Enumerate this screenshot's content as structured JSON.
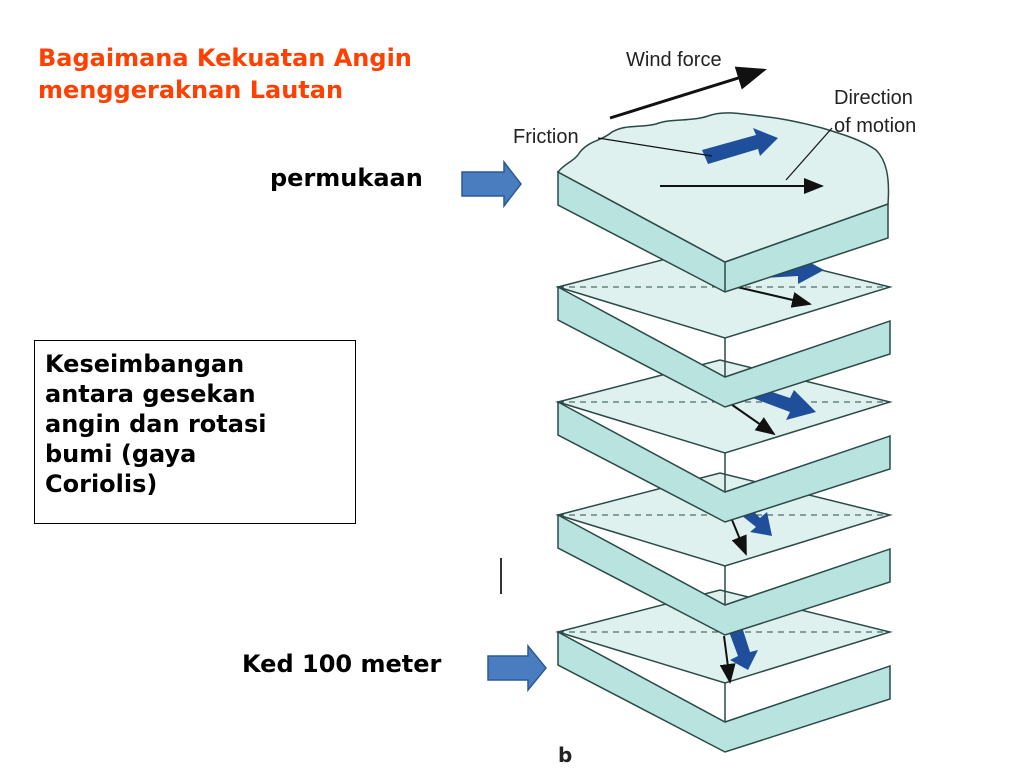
{
  "title": {
    "line1": "Bagaimana Kekuatan Angin",
    "line2": "menggeraknan Lautan"
  },
  "labels": {
    "surface": "permukaan",
    "depth": "Ked 100 meter",
    "balance_box": [
      "Keseimbangan",
      "antara gesekan",
      "angin dan rotasi",
      "bumi (gaya",
      "Coriolis)"
    ]
  },
  "diagram": {
    "wind_force": "Wind force",
    "friction": "Friction",
    "direction_of_motion": [
      "Direction",
      "of motion"
    ],
    "panel_letter": "b"
  },
  "colors": {
    "title": "#ff4000",
    "layer_top": "#dff1ee",
    "layer_side": "#b9e3df",
    "force_arrow": "#1f4f9a",
    "pointer_arrow": "#4a7cc0"
  }
}
